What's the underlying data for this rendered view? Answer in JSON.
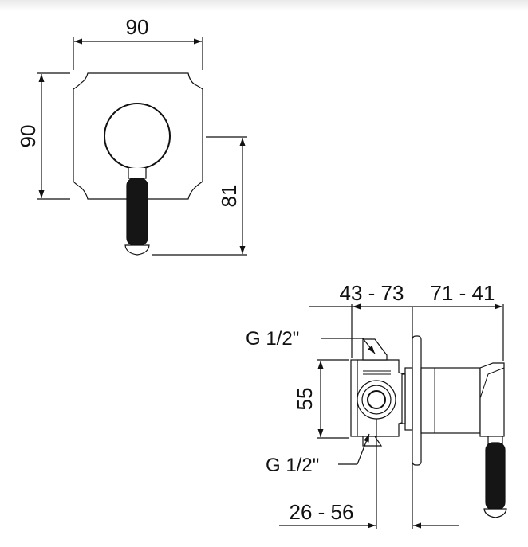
{
  "front_view": {
    "width_dim": "90",
    "height_dim": "90",
    "handle_dim": "81"
  },
  "side_view": {
    "depth_dim_a": "43 - 73",
    "depth_dim_b": "71 - 41",
    "body_dim": "55",
    "inlet_label_top": "G 1/2\"",
    "inlet_label_bottom": "G 1/2\"",
    "offset_dim": "26 - 56"
  },
  "colors": {
    "line": "#111111",
    "handle": "#151515",
    "background": "#ffffff"
  }
}
